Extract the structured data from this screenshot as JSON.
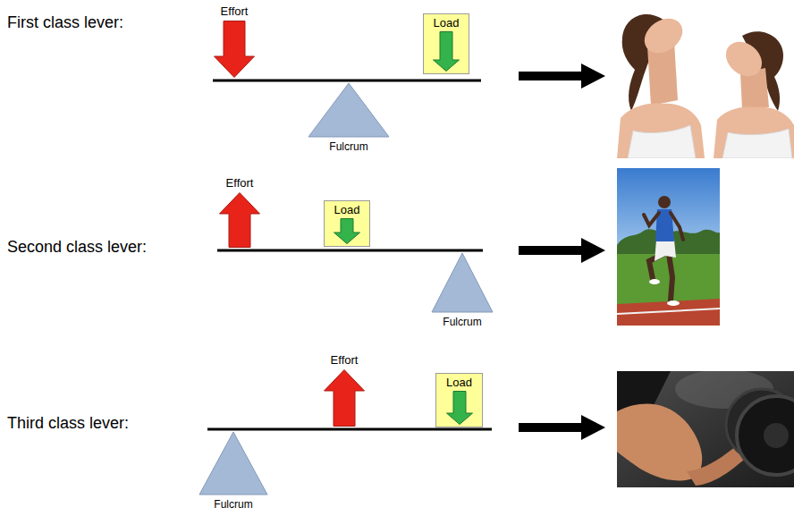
{
  "diagram": {
    "nodes": [
      {
        "text": [
          "Effort"
        ]
      },
      {
        "text": [
          "Load"
        ]
      },
      {
        "text": [
          "Fulcrum"
        ]
      },
      {
        "text": [
          "Effort"
        ]
      },
      {
        "text": [
          "Load"
        ]
      },
      {
        "text": [
          "Fulcrum"
        ]
      },
      {
        "text": [
          "Effort"
        ]
      },
      {
        "text": [
          "Load"
        ]
      },
      {
        "text": [
          "Fulcrum"
        ]
      }
    ],
    "labels": [
      "First class lever:",
      "Second class lever:",
      "Third class lever:"
    ]
  }
}
